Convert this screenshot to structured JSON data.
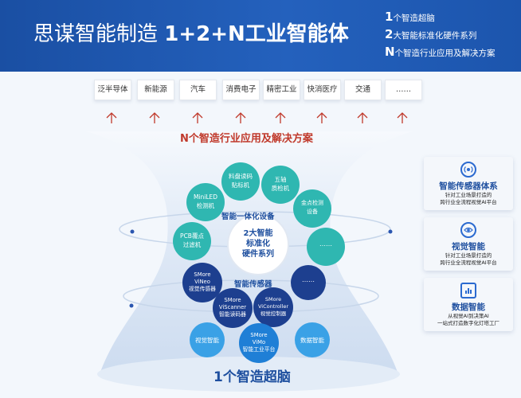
{
  "header": {
    "title_normal": "思谋智能制造",
    "title_bold": "1+2+N工业智能体",
    "legend": [
      {
        "lead": "1",
        "text": "个智造超脑"
      },
      {
        "lead": "2",
        "text": "大智能标准化硬件系列"
      },
      {
        "lead": "N",
        "text": "个智造行业应用及解决方案"
      }
    ]
  },
  "industries": [
    "泛半导体",
    "新能源",
    "汽车",
    "消费电子",
    "精密工业",
    "快消医疗",
    "交通",
    "……"
  ],
  "colors": {
    "accent_red": "#c0392b",
    "brand_blue": "#1d53a8",
    "node_teal": "#2fb7b1",
    "node_navy": "#1d3f8f",
    "node_light_blue": "#3aa1e6"
  },
  "diagram": {
    "n_label": "N个智造行业应用及解决方案",
    "equipment_label": "智能一体化设备",
    "center_label_line1": "2大智能",
    "center_label_line2": "标准化",
    "center_label_line3": "硬件系列",
    "sensor_label": "智能传感器",
    "brain_label": "1个智造超脑",
    "teal_nodes": {
      "reader": [
        "料盘读码",
        "贴标机"
      ],
      "five_axis": [
        "五轴",
        "质检机"
      ],
      "miniled": [
        "MiniLED",
        "检测机"
      ],
      "gold_detect": [
        "金点检测",
        "设备"
      ],
      "pcb": [
        "PCB覆点",
        "过滤机"
      ],
      "more": "……"
    },
    "sensor_nodes": {
      "vineo": [
        "SMore",
        "ViNeo",
        "视觉传感器"
      ],
      "viscanner": [
        "SMore",
        "ViScanner",
        "智能读码器"
      ],
      "vicontroller": [
        "SMore",
        "ViController",
        "视觉控制器"
      ],
      "more": "……"
    },
    "brain_nodes": {
      "vision": "视觉智能",
      "vimo": [
        "SMore",
        "ViMo",
        "智能工业平台"
      ],
      "data": "数据智能"
    }
  },
  "side_cards": [
    {
      "icon": "sensor-wave-icon",
      "title": "智能传感器体系",
      "desc": [
        "针对工业场景打造的",
        "跨行业全流程视觉AI平台"
      ]
    },
    {
      "icon": "eye-icon",
      "title": "视觉智能",
      "desc": [
        "针对工业场景打造的",
        "跨行业全流程视觉AI平台"
      ]
    },
    {
      "icon": "chart-icon",
      "title": "数据智能",
      "desc": [
        "从视觉AI到决策AI",
        "一站式打造数字化灯塔工厂"
      ]
    }
  ]
}
